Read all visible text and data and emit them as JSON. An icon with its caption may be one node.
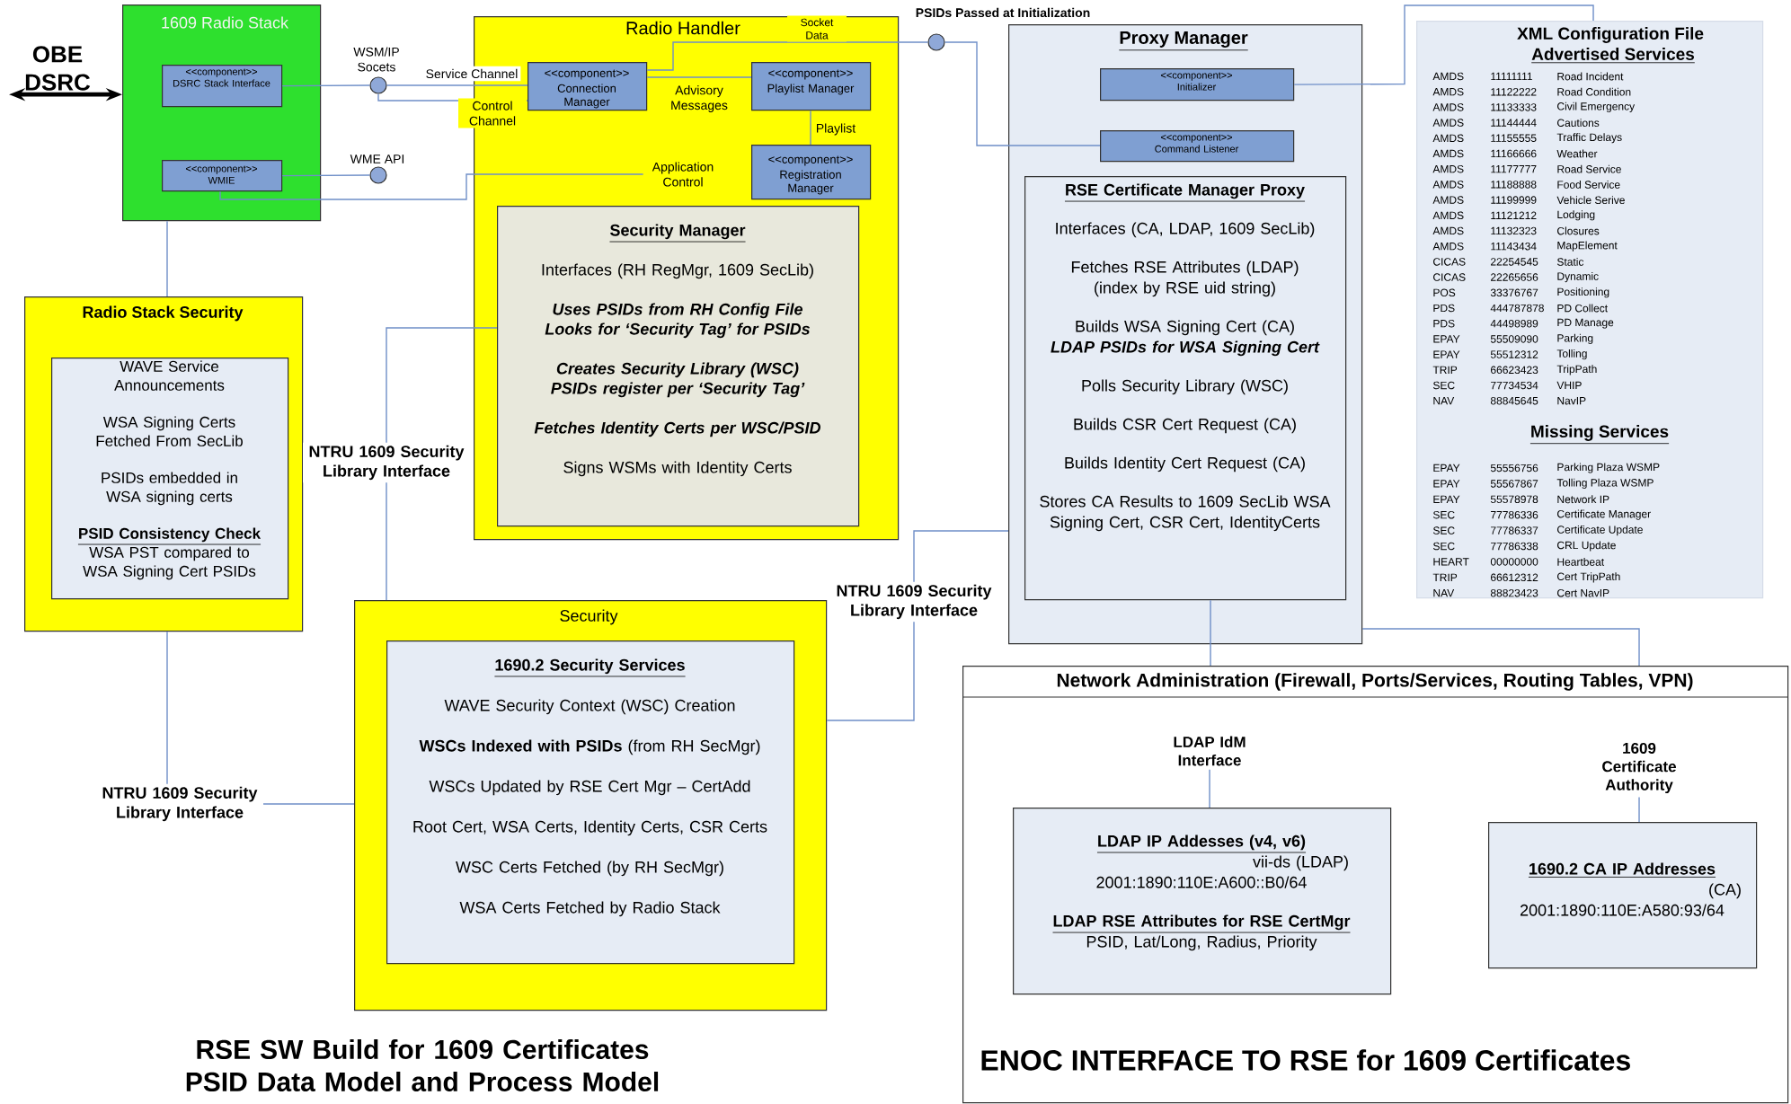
{
  "diagram": {
    "title": "RSE SW Build for 1609 Certificates PSID Data Model and Process Model",
    "nodes": [
      {
        "text": [
          "1609 Radio Stack"
        ]
      },
      {
        "text": [
          "<<component>>",
          "DSRC Stack Interface"
        ],
        "in": 0
      },
      {
        "text": [
          "<<component>>",
          "WMIE"
        ],
        "in": 0
      },
      {
        "text": [],
        "shape": "circle",
        "beside": [
          "WSM/IP Socets"
        ]
      },
      {
        "text": [],
        "shape": "circle",
        "beside": [
          "WME API"
        ]
      },
      {
        "text": [
          "Radio Handler"
        ]
      },
      {
        "text": [
          "<<component>>",
          "Connection Manager"
        ],
        "in": 5
      },
      {
        "text": [
          "<<component>>",
          "Playlist Manager"
        ],
        "in": 5
      },
      {
        "text": [
          "Application Control"
        ],
        "in": 5
      },
      {
        "text": [
          "<<component>>",
          "Registration Manager"
        ],
        "in": 5
      },
      {
        "text": [
          "Security Manager",
          "Interfaces (RH RegMgr, 1609 SecLib)",
          "Uses PSIDs from RH Config File Looks for ‘Security Tag’ for PSIDs",
          "Creates Security Library (WSC) PSIDs register per ‘Security Tag’",
          "Fetches Identity Certs per WSC/PSID",
          "Signs WSMs with Identity Certs"
        ],
        "in": 5
      },
      {
        "text": [],
        "shape": "circle",
        "beside": [
          "PSIDs Passed at Initialization"
        ]
      },
      {
        "text": [
          "Proxy Manager"
        ]
      },
      {
        "text": [
          "<<component>>",
          "Initializer"
        ],
        "in": 12
      },
      {
        "text": [
          "<<component>>",
          "Command Listener"
        ],
        "in": 12
      },
      {
        "text": [
          "RSE Certificate Manager Proxy",
          "Interfaces (CA, LDAP, 1609 SecLib)",
          "Fetches RSE Attributes (LDAP) (index by RSE uid string)",
          "Builds WSA Signing Cert (CA)",
          "LDAP PSIDs for WSA Signing Cert",
          "Polls Security Library (WSC)",
          "Builds CSR Cert Request (CA)",
          "Builds Identity Cert Request (CA)",
          "Stores CA Results to 1609 SecLib WSA Signing Cert, CSR Cert, IdentityCerts"
        ],
        "in": 12
      },
      {
        "text": [
          "XML Configuration File",
          "Advertised Services",
          "Missing Services"
        ]
      },
      {
        "text": [
          "Radio Stack Security"
        ]
      },
      {
        "text": [
          "WAVE Service Announcements",
          "WSA Signing Certs Fetched From SecLib",
          "PSIDs embedded in WSA signing certs",
          "PSID Consistency Check",
          "WSA PST compared to WSA Signing Cert PSIDs"
        ],
        "in": 17
      },
      {
        "text": [
          "Security"
        ]
      },
      {
        "text": [
          "1690.2 Security Services",
          "WAVE Security Context (WSC) Creation",
          "**WSCs Indexed with PSIDs** (from RH SecMgr)",
          "WSCs Updated by RSE Cert Mgr – CertAdd",
          "Root Cert, WSA Certs, Identity Certs, CSR Certs",
          "WSC Certs Fetched (by RH SecMgr)",
          "WSA Certs Fetched by Radio Stack"
        ],
        "in": 19
      },
      {
        "text": [
          "Network Administration (Firewall, Ports/Services, Routing Tables, VPN)",
          "ENOC INTERFACE TO RSE for 1609 Certificates"
        ]
      },
      {
        "text": [
          "LDAP IdM Interface"
        ],
        "in": 21
      },
      {
        "text": [
          "1609 Certificate Authority"
        ],
        "in": 21
      },
      {
        "text": [
          "LDAP IP Addesses (v4, v6)",
          "vii-ds (LDAP)",
          "2001:1890:110E:A600::B0/64",
          "LDAP RSE Attributes for RSE CertMgr",
          "PSID, Lat/Long, Radius, Priority"
        ],
        "in": 21
      },
      {
        "text": [
          "1690.2 CA  IP Addresses",
          "(CA)",
          "2001:1890:110E:A580:93/64"
        ],
        "in": 21
      },
      {
        "text": [
          "OBE DSRC"
        ]
      }
    ],
    "edges": [
      {
        "from": 26,
        "to": 0,
        "arrow": "both",
        "style": "thick",
        "color": "#000000"
      },
      {
        "from": 1,
        "to": 3,
        "arrow": "none"
      },
      {
        "from": 3,
        "to": 6,
        "arrow": "none",
        "label": "Service Channel"
      },
      {
        "from": 3,
        "to": 6,
        "arrow": "none",
        "label": "Control Channel"
      },
      {
        "from": 2,
        "to": 4,
        "arrow": "none"
      },
      {
        "from": 2,
        "to": 8,
        "arrow": "none"
      },
      {
        "from": 6,
        "to": 7,
        "arrow": "none",
        "label": "Advisory Messages"
      },
      {
        "from": 7,
        "to": 9,
        "arrow": "none",
        "label": "Playlist"
      },
      {
        "from": 6,
        "to": 11,
        "arrow": "none",
        "label": "Socket Data"
      },
      {
        "from": 11,
        "to": 14,
        "arrow": "none"
      },
      {
        "from": 13,
        "to": 16,
        "arrow": "none"
      },
      {
        "from": 0,
        "to": 17,
        "arrow": "none"
      },
      {
        "from": 17,
        "to": 19,
        "arrow": "none",
        "label": "NTRU 1609 Security Library Interface"
      },
      {
        "from": 10,
        "to": 19,
        "arrow": "none",
        "label": "NTRU 1609 Security Library Interface"
      },
      {
        "from": 19,
        "to": 12,
        "arrow": "none",
        "label": "NTRU 1609 Security Library Interface"
      },
      {
        "from": 15,
        "to": 21,
        "arrow": "none"
      },
      {
        "from": 12,
        "to": 21,
        "arrow": "none"
      },
      {
        "from": 22,
        "to": 24,
        "arrow": "none"
      },
      {
        "from": 23,
        "to": 25,
        "arrow": "none"
      }
    ],
    "labels": [
      "AMDS",
      "11111111",
      "Road Incident",
      "AMDS",
      "11122222",
      "Road Condition",
      "AMDS",
      "11133333",
      "Civil Emergency",
      "AMDS",
      "11144444",
      "Cautions",
      "AMDS",
      "11155555",
      "Traffic Delays",
      "AMDS",
      "11166666",
      "Weather",
      "AMDS",
      "11177777",
      "Road Service",
      "AMDS",
      "11188888",
      "Food Service",
      "AMDS",
      "11199999",
      "Vehicle Serive",
      "AMDS",
      "11121212",
      "Lodging",
      "AMDS",
      "11132323",
      "Closures",
      "AMDS",
      "11143434",
      "MapElement",
      "CICAS",
      "22254545",
      "Static",
      "CICAS",
      "22265656",
      "Dynamic",
      "POS",
      "33376767",
      "Positioning",
      "PDS",
      "444787878",
      "PD Collect",
      "PDS",
      "44498989",
      "PD Manage",
      "EPAY",
      "55509090",
      "Parking",
      "EPAY",
      "55512312",
      "Tolling",
      "TRIP",
      "66623423",
      "TripPath",
      "SEC",
      "77734534",
      "VHIP",
      "NAV",
      "88845645",
      "NavIP",
      "EPAY",
      "55556756",
      "Parking Plaza WSMP",
      "EPAY",
      "55567867",
      "Tolling Plaza WSMP",
      "EPAY",
      "55578978",
      "Network IP",
      "SEC",
      "77786336",
      "Certificate Manager",
      "SEC",
      "77786337",
      "Certificate Update",
      "SEC",
      "77786338",
      "CRL Update",
      "HEART",
      "00000000",
      "Heartbeat",
      "TRIP",
      "66612312",
      "Cert TripPath",
      "NAV",
      "88823423",
      "Cert NavIP"
    ]
  }
}
